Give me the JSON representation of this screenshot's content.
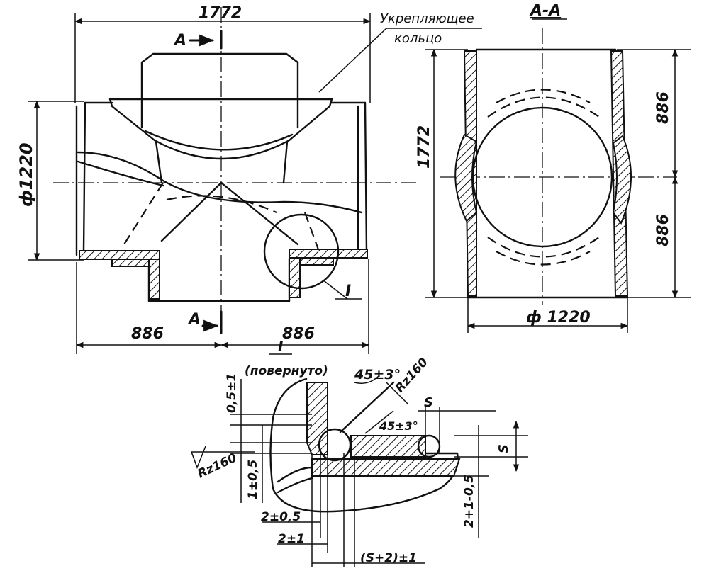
{
  "main_view": {
    "width_label": "1772",
    "section_marker_top": "A",
    "section_marker_bottom": "A",
    "diameter_label": "ф1220",
    "left_half_label": "886",
    "right_half_label": "886",
    "ring_note_line1": "Укрепляющее",
    "ring_note_line2": "кольцо",
    "detail_callout": "I"
  },
  "section_view": {
    "title": "A-A",
    "height_label": "1772",
    "upper_half_label": "886",
    "lower_half_label": "886",
    "diameter_label": "ф 1220"
  },
  "detail_view": {
    "title": "I",
    "rotated_note": "(повернуто)",
    "bevel_angle_outer": "45±3°",
    "bevel_angle_inner": "45±3°",
    "roughness_upper": "Rz160",
    "roughness_left": "Rz160",
    "gap_top": "0,5±1",
    "thickness_s_top": "S",
    "thickness_s_side": "S",
    "tol_left": "1±0,5",
    "tol_right": "2+1-0,5",
    "tol_bottom_1": "2±0,5",
    "tol_bottom_2": "2±1",
    "tol_bottom_3": "(S+2)±1"
  }
}
